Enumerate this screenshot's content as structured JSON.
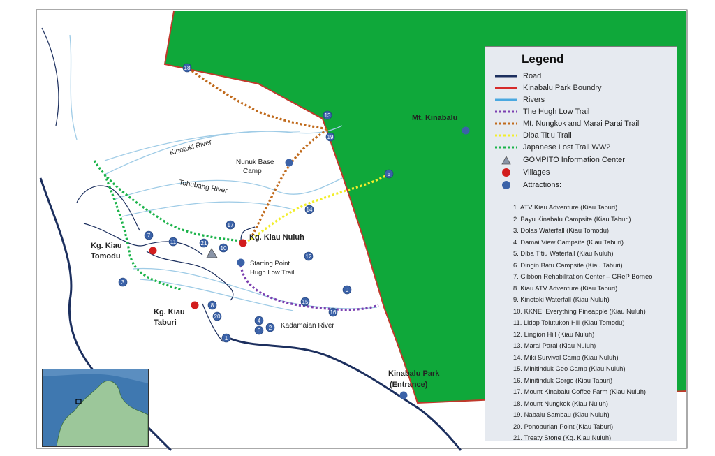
{
  "legend": {
    "title": "Legend",
    "items": [
      {
        "label": "Road",
        "color": "#1c2f5e",
        "style": "solid"
      },
      {
        "label": "Kinabalu Park Boundry",
        "color": "#d62b2b",
        "style": "solid"
      },
      {
        "label": "Rivers",
        "color": "#4aa8e0",
        "style": "solid"
      },
      {
        "label": "The Hugh Low Trail",
        "color": "#7b3fb0",
        "style": "dotted"
      },
      {
        "label": "Mt. Nungkok and Marai Parai Trail",
        "color": "#c06a1c",
        "style": "dotted"
      },
      {
        "label": "Diba Titiu Trail",
        "color": "#f2ee2a",
        "style": "dotted"
      },
      {
        "label": "Japanese Lost Trail WW2",
        "color": "#1bb34a",
        "style": "dotted"
      },
      {
        "label": "GOMPITO Information Center",
        "symbol": "triangle",
        "color": "#8a95a8"
      },
      {
        "label": "Villages",
        "symbol": "red-dot",
        "color": "#d21d1d"
      },
      {
        "label": "Attractions:",
        "symbol": "blue-dot",
        "color": "#3b62a8"
      }
    ],
    "attractions": [
      "1. ATV Kiau Adventure (Kiau Taburi)",
      "2. Bayu Kinabalu Campsite (Kiau Taburi)",
      "3. Dolas Waterfall (Kiau Tomodu)",
      "4. Damai View Campsite (Kiau Taburi)",
      "5. Diba Titiu Waterfall (Kiau Nuluh)",
      "6. Dingin Batu Campsite (Kiau Taburi)",
      "7. Gibbon Rehabilitation Center – GReP Borneo",
      "8. Kiau ATV Adventure (Kiau Taburi)",
      "9. Kinotoki Waterfall (Kiau Nuluh)",
      "10. KKNE: Everything Pineapple (Kiau Nuluh)",
      "11. Lidop Tolutukon Hill (Kiau Tomodu)",
      "12. Lingion Hill (Kiau Nuluh)",
      "13. Marai Parai (Kiau Nuluh)",
      "14. Miki Survival Camp (Kiau Nuluh)",
      "15. Minitinduk Geo Camp (Kiau Nuluh)",
      "16. Minitinduk Gorge (Kiau Taburi)",
      "17. Mount Kinabalu Coffee Farm (Kiau Nuluh)",
      "18. Mount Nungkok (Kiau Nuluh)",
      "19. Nabalu Sambau (Kiau Nuluh)",
      "20. Ponoburian Point (Kiau Taburi)",
      "21. Treaty Stone (Kg. Kiau Nuluh)"
    ]
  },
  "labels": {
    "mt_kinabalu": "Mt. Kinabalu",
    "kinabalu_park_line1": "Kinabalu Park",
    "kinabalu_park_line2": "(Entrance)",
    "kinotoki_river": "Kinotoki River",
    "tohubang_river": "Tohubang River",
    "kadamaian_river": "Kadamaian River",
    "nunuk_line1": "Nunuk Base",
    "nunuk_line2": "Camp",
    "starting_line1": "Starting Point",
    "starting_line2": "Hugh Low Trail",
    "kiau_nuluh": "Kg. Kiau Nuluh",
    "kiau_tomodu_line1": "Kg. Kiau",
    "kiau_tomodu_line2": "Tomodu",
    "kiau_taburi_line1": "Kg. Kiau",
    "kiau_taburi_line2": "Taburi"
  },
  "attraction_markers": [
    "1",
    "2",
    "3",
    "4",
    "5",
    "6",
    "7",
    "8",
    "9",
    "10",
    "11",
    "12",
    "13",
    "14",
    "15",
    "16",
    "17",
    "18",
    "19",
    "20",
    "21"
  ],
  "colors": {
    "park": "#0fa83a",
    "boundary": "#c0392b",
    "road": "#1c2f5e",
    "river": "#9ecbe6",
    "attraction": "#3b62a8",
    "village": "#d21d1d"
  }
}
